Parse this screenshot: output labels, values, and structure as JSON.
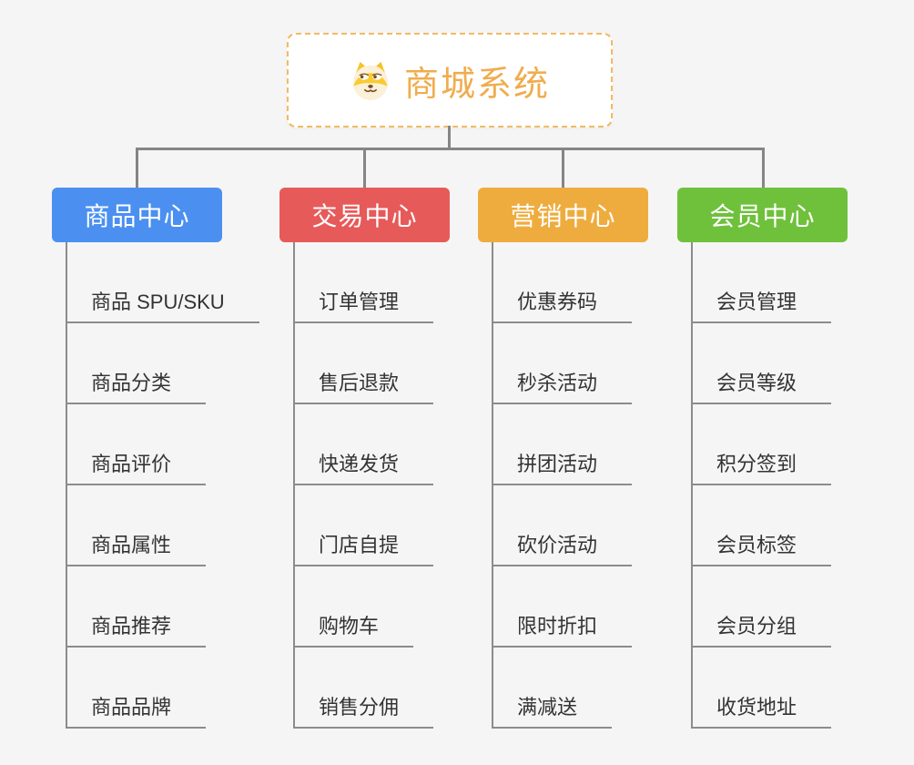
{
  "root": {
    "title": "商城系统",
    "icon": "doge-icon"
  },
  "branches": [
    {
      "label": "商品中心",
      "color": "#4b90f0",
      "items": [
        "商品 SPU/SKU",
        "商品分类",
        "商品评价",
        "商品属性",
        "商品推荐",
        "商品品牌"
      ]
    },
    {
      "label": "交易中心",
      "color": "#e75a5a",
      "items": [
        "订单管理",
        "售后退款",
        "快递发货",
        "门店自提",
        "购物车",
        "销售分佣"
      ]
    },
    {
      "label": "营销中心",
      "color": "#efac3e",
      "items": [
        "优惠券码",
        "秒杀活动",
        "拼团活动",
        "砍价活动",
        "限时折扣",
        "满减送"
      ]
    },
    {
      "label": "会员中心",
      "color": "#6fc13c",
      "items": [
        "会员管理",
        "会员等级",
        "积分签到",
        "会员标签",
        "会员分组",
        "收货地址"
      ]
    }
  ],
  "colors": {
    "background": "#f5f5f5",
    "root_border": "#f3ba64",
    "root_title": "#f0ac4d",
    "connector": "#858585",
    "underline": "#8c8c8c",
    "item_text": "#333333"
  }
}
